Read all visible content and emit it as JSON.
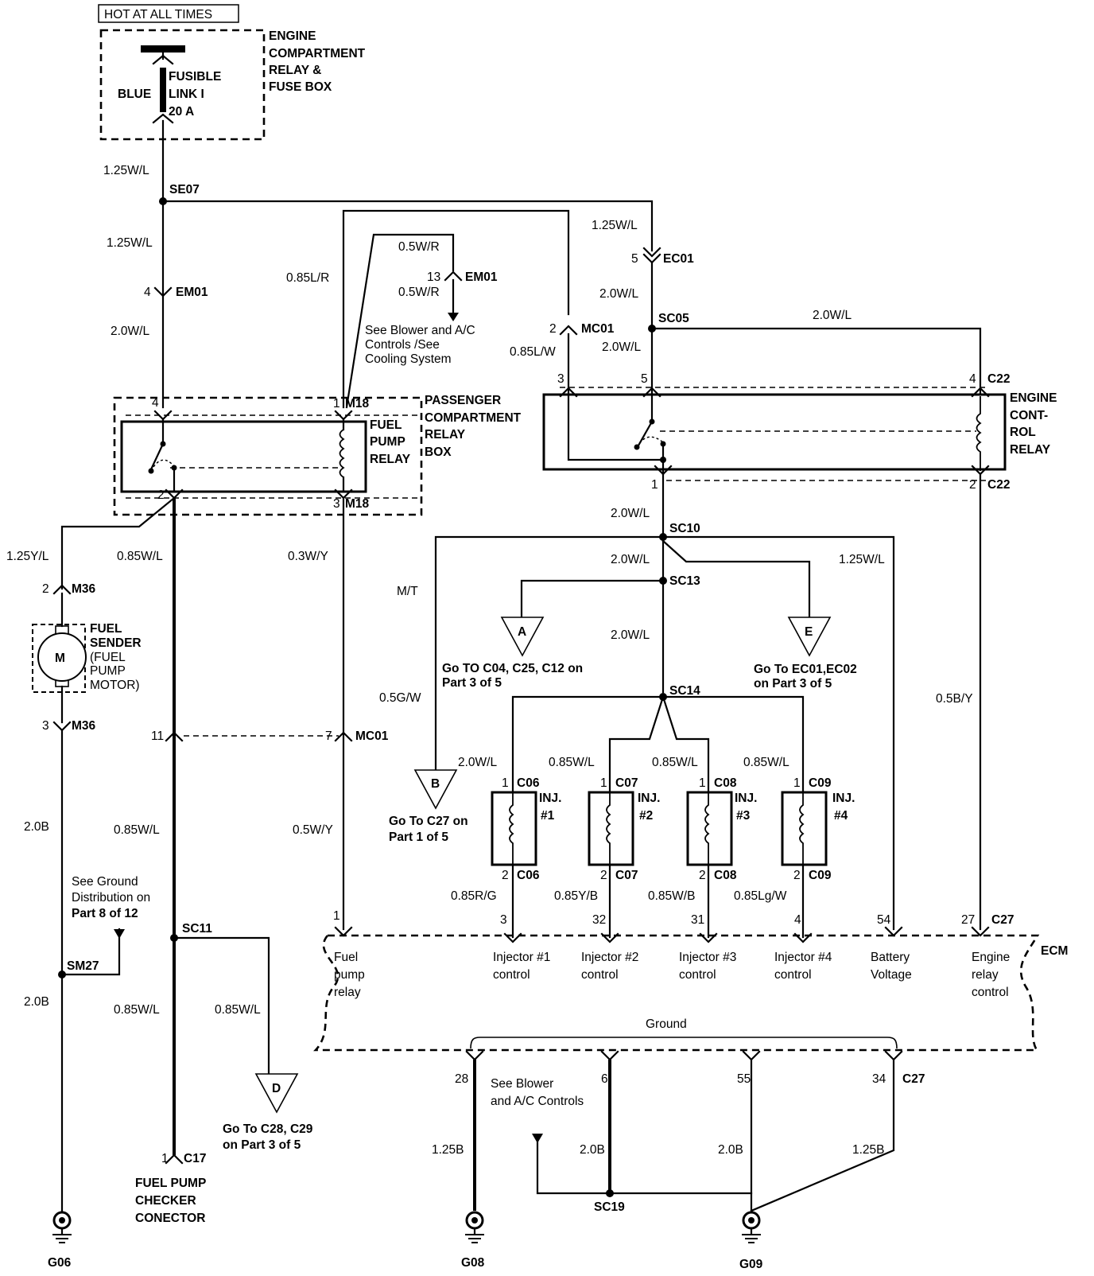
{
  "title": "HOT AT ALL TIMES",
  "components": {
    "fuse_box": [
      "ENGINE",
      "COMPARTMENT",
      "RELAY &",
      "FUSE BOX"
    ],
    "fusible_link": [
      "FUSIBLE",
      "LINK I",
      "20 A"
    ],
    "fusible_link_color": "BLUE",
    "passenger_box": [
      "PASSENGER",
      "COMPARTMENT",
      "RELAY",
      "BOX"
    ],
    "fuel_pump_relay": [
      "FUEL",
      "PUMP",
      "RELAY"
    ],
    "engine_control_relay": [
      "ENGINE",
      "CONT-",
      "ROL",
      "RELAY"
    ],
    "fuel_sender": [
      "FUEL",
      "SENDER",
      "(FUEL",
      "PUMP",
      "MOTOR)"
    ],
    "motor_symbol": "M",
    "checker": [
      "FUEL PUMP",
      "CHECKER",
      "CONECTOR"
    ],
    "ecm": "ECM",
    "ground_label": "Ground",
    "injectors": [
      {
        "name": "INJ.",
        "num": "#1",
        "conn": "C06",
        "in_wire": "2.0W/L",
        "out_wire": "0.85R/G",
        "pin": "3",
        "ctrl": [
          "Injector #1",
          "control"
        ]
      },
      {
        "name": "INJ.",
        "num": "#2",
        "conn": "C07",
        "in_wire": "0.85W/L",
        "out_wire": "0.85Y/B",
        "pin": "32",
        "ctrl": [
          "Injector #2",
          "control"
        ]
      },
      {
        "name": "INJ.",
        "num": "#3",
        "conn": "C08",
        "in_wire": "0.85W/L",
        "out_wire": "0.85W/B",
        "pin": "31",
        "ctrl": [
          "Injector #3",
          "control"
        ]
      },
      {
        "name": "INJ.",
        "num": "#4",
        "conn": "C09",
        "in_wire": "0.85W/L",
        "out_wire": "0.85Lg/W",
        "pin": "4",
        "ctrl": [
          "Injector #4",
          "control"
        ]
      }
    ],
    "ecm_pins": {
      "fuel_pump_relay": [
        "Fuel",
        "pump",
        "relay"
      ],
      "battery_voltage": [
        "Battery",
        "Voltage"
      ],
      "engine_relay": [
        "Engine",
        "relay",
        "control"
      ]
    }
  },
  "connectors": {
    "em01": "EM01",
    "mc01": "MC01",
    "m18": "M18",
    "m36": "M36",
    "c17": "C17",
    "ec01": "EC01",
    "c22": "C22",
    "c27": "C27"
  },
  "pins": {
    "em01_4": "4",
    "em01_13": "13",
    "mc01_2": "2",
    "mc01_11": "11",
    "mc01_7": "7",
    "m18_1": "1",
    "m18_3": "3",
    "relay_4": "4",
    "relay_2": "2",
    "m36_2": "2",
    "m36_3": "3",
    "c17_1": "1",
    "ec01_5": "5",
    "ecr_3": "3",
    "ecr_5": "5",
    "c22_4": "4",
    "ecr_1": "1",
    "c22_2": "2",
    "inj_1": "1",
    "inj_2": "2",
    "ecm_1": "1",
    "ecm_54": "54",
    "ecm_27": "27",
    "gnd_28": "28",
    "gnd_6": "6",
    "gnd_55": "55",
    "gnd_34": "34"
  },
  "splices": {
    "se07": "SE07",
    "sc05": "SC05",
    "sc10": "SC10",
    "sc13": "SC13",
    "sc14": "SC14",
    "sc11": "SC11",
    "sm27": "SM27",
    "sc19": "SC19"
  },
  "wires": {
    "w_top": "1.25W/L",
    "w_se07_em01": "1.25W/L",
    "w_em01_relay": "2.0W/L",
    "w_085lr": "0.85L/R",
    "w_05wr_top": "0.5W/R",
    "w_05wr_bot": "0.5W/R",
    "w_125yl": "1.25Y/L",
    "w_085wl_a": "0.85W/L",
    "w_03wy": "0.3W/Y",
    "w_20b_a": "2.0B",
    "w_085wl_b": "0.85W/L",
    "w_05wy": "0.5W/Y",
    "w_20b_b": "2.0B",
    "w_085wl_c": "0.85W/L",
    "w_085wl_d": "0.85W/L",
    "w_ec01_top": "1.25W/L",
    "w_ec01_sc05": "2.0W/L",
    "w_sc05_c22": "2.0W/L",
    "w_085lw": "0.85L/W",
    "w_sc05_relay": "2.0W/L",
    "w_relay_sc10": "2.0W/L",
    "w_sc10_sc13": "2.0W/L",
    "w_sc13_sc14": "2.0W/L",
    "w_mt": "M/T",
    "w_05gw": "0.5G/W",
    "w_125wl": "1.25W/L",
    "w_05by": "0.5B/Y",
    "w_gnd_28": "1.25B",
    "w_gnd_6": "2.0B",
    "w_gnd_55": "2.0B",
    "w_gnd_34": "1.25B"
  },
  "refs": {
    "blower": [
      "See Blower and A/C",
      "Controls /See",
      "Cooling System"
    ],
    "a": {
      "letter": "A",
      "lines": [
        "Go TO C04, C25, C12 on",
        "Part 3 of 5"
      ]
    },
    "e": {
      "letter": "E",
      "lines": [
        "Go To EC01,EC02",
        "on  Part 3 of 5"
      ]
    },
    "b": {
      "letter": "B",
      "lines": [
        "Go To C27 on",
        "Part 1 of 5"
      ]
    },
    "d": {
      "letter": "D",
      "lines": [
        "Go To C28, C29",
        "on Part 3 of 5"
      ]
    },
    "ground_dist": [
      "See Ground",
      "Distribution on",
      "Part 8 of 12"
    ],
    "blower_ac": [
      "See Blower",
      "and A/C Controls"
    ]
  },
  "grounds": {
    "g06": "G06",
    "g08": "G08",
    "g09": "G09"
  },
  "colors": {
    "ink": "#000000",
    "paper": "#ffffff"
  }
}
